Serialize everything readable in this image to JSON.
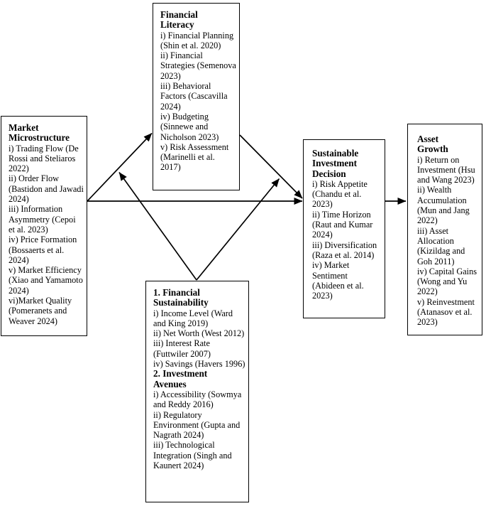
{
  "diagram": {
    "boxes": {
      "market_microstructure": {
        "title": "Market Microstructure",
        "items": [
          "i) Trading Flow (De Rossi and Steliaros 2022)",
          "ii) Order Flow (Bastidon and Jawadi 2024)",
          "iii) Information Asymmetry (Cepoi et al. 2023)",
          "iv) Price Formation (Bossaerts et al. 2024)",
          "v) Market Efficiency (Xiao and Yamamoto 2024)",
          "vi)Market Quality (Pomeranets and Weaver 2024)"
        ]
      },
      "financial_literacy": {
        "title": "Financial Literacy",
        "items": [
          "i) Financial Planning (Shin et al. 2020)",
          "ii) Financial Strategies (Semenova 2023)",
          "iii) Behavioral Factors (Cascavilla 2024)",
          "iv) Budgeting (Sinnewe and Nicholson 2023)",
          "v) Risk Assessment (Marinelli et al. 2017)"
        ]
      },
      "moderators": {
        "sections": [
          {
            "title": "1. Financial Sustainability",
            "items": [
              "i) Income Level (Ward and King 2019)",
              "ii) Net Worth (West 2012)",
              "iii) Interest Rate (Futtwiler 2007)",
              "iv) Savings (Havers 1996)"
            ]
          },
          {
            "title": "2. Investment Avenues",
            "items": [
              "i) Accessibility (Sowmya and Reddy 2016)",
              "ii) Regulatory Environment (Gupta and Nagrath 2024)",
              "iii) Technological Integration (Singh and Kaunert 2024)"
            ]
          }
        ]
      },
      "sustainable_investment_decision": {
        "title": "Sustainable Investment Decision",
        "items": [
          "i) Risk Appetite (Chandu et al. 2023)",
          "ii) Time Horizon (Raut and Kumar 2024)",
          "iii) Diversification (Raza et al. 2014)",
          "iv) Market Sentiment (Abideen et al. 2023)"
        ]
      },
      "asset_growth": {
        "title": "Asset Growth",
        "items": [
          "i) Return on Investment (Hsu and Wang 2023)",
          "ii) Wealth Accumulation (Mun and Jang 2022)",
          "iii) Asset Allocation (Kizildag and Goh 2011)",
          "iv) Capital Gains (Wong and Yu 2022)",
          "v) Reinvestment (Atanasov et al. 2023)"
        ]
      }
    },
    "colors": {
      "line": "#000000",
      "background": "#ffffff",
      "text": "#000000"
    }
  }
}
